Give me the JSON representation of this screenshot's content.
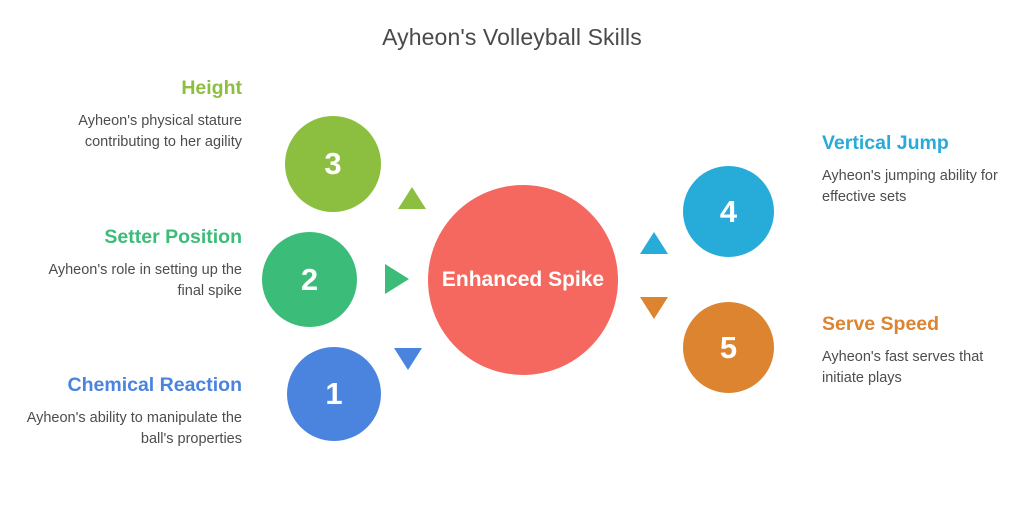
{
  "header": {
    "title": "Ayheon's Volleyball Skills"
  },
  "colors": {
    "green": "#8CBF3F",
    "teal": "#3CBC79",
    "blue": "#4A84DE",
    "cyan": "#27ABD8",
    "orange": "#DD8430",
    "coral": "#F4685F",
    "title_text": "#4a4a4a",
    "body_text": "#4d4d4d",
    "background": "#ffffff"
  },
  "center": {
    "label": "Enhanced Spike",
    "color": "#F4685F",
    "text_color": "#ffffff"
  },
  "left_items": [
    {
      "number": "3",
      "heading": "Height",
      "body": "Ayheon's physical stature contributing to her agility",
      "color": "#8CBF3F",
      "arrow": "triangle-up-icon"
    },
    {
      "number": "2",
      "heading": "Setter Position",
      "body": "Ayheon's role in setting up the final spike",
      "color": "#3CBC79",
      "arrow": "triangle-right-icon"
    },
    {
      "number": "1",
      "heading": "Chemical Reaction",
      "body": "Ayheon's ability to manipulate the ball's properties",
      "color": "#4A84DE",
      "arrow": "triangle-down-icon"
    }
  ],
  "right_items": [
    {
      "number": "4",
      "heading": "Vertical Jump",
      "body": "Ayheon's jumping ability for effective sets",
      "color": "#27ABD8",
      "arrow": "triangle-up-icon"
    },
    {
      "number": "5",
      "heading": "Serve Speed",
      "body": "Ayheon's fast serves that initiate plays",
      "color": "#DD8430",
      "arrow": "triangle-down-icon"
    }
  ]
}
